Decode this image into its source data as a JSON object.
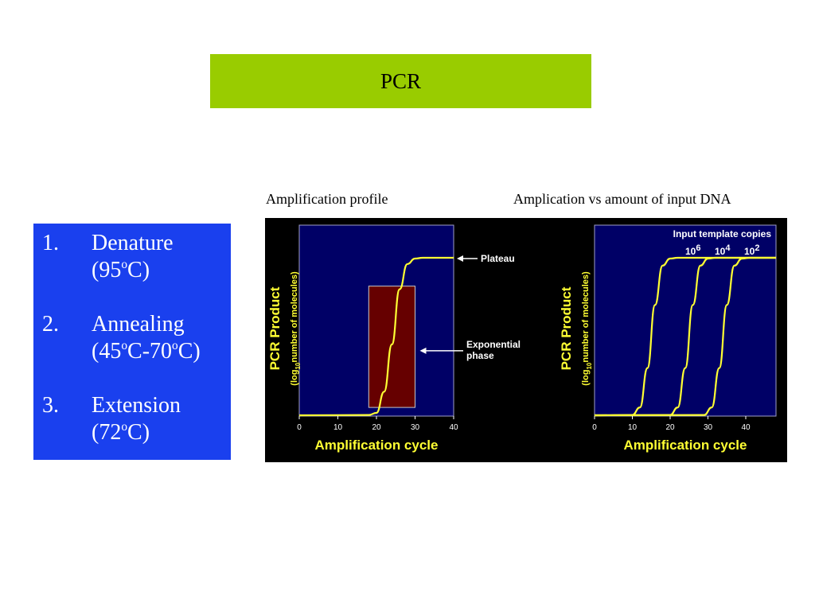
{
  "slide": {
    "title": "PCR",
    "steps": [
      {
        "num": "1.",
        "name": "Denature",
        "temp_pre": "(95",
        "temp_mid": "",
        "temp_post": "C)"
      },
      {
        "num": "2.",
        "name": "Annealing",
        "temp_pre": "(45",
        "temp_mid": "C-70",
        "temp_post": "C)"
      },
      {
        "num": "3.",
        "name": "Extension",
        "temp_pre": "(72",
        "temp_mid": "",
        "temp_post": "C)"
      }
    ],
    "degree_symbol": "o",
    "captions": {
      "left": "Amplification profile",
      "right": "Amplication vs amount of input DNA"
    },
    "colors": {
      "title_bg": "#99cc00",
      "steps_bg": "#1a40ee",
      "plot_bg": "#000066",
      "curve": "#ffff33",
      "exp_box": "#660000"
    }
  },
  "chart_data": [
    {
      "type": "line",
      "xlabel": "Amplification cycle",
      "ylabel": "PCR Product",
      "ylabel_sub_pre": "(log",
      "ylabel_sub_base": "10",
      "ylabel_sub_post": "number of molecules)",
      "xlim": [
        0,
        40
      ],
      "xticks": [
        0,
        10,
        20,
        30,
        40
      ],
      "series": [
        {
          "x": [
            0,
            18,
            20,
            22,
            24,
            26,
            28,
            30,
            32,
            40
          ],
          "y": [
            0,
            0.2,
            1.5,
            15,
            45,
            80,
            96,
            99.5,
            100,
            100
          ]
        }
      ],
      "annotations": [
        {
          "text": "Plateau",
          "at_x": 40,
          "at_y": 100
        },
        {
          "text_lines": [
            "Exponential",
            "phase"
          ],
          "at_x": 30,
          "at_y": 45
        }
      ],
      "exponential_box": {
        "x0": 18,
        "x1": 30,
        "y0": 5,
        "y1": 82
      }
    },
    {
      "type": "line",
      "xlabel": "Amplification cycle",
      "ylabel": "PCR Product",
      "ylabel_sub_pre": "(log",
      "ylabel_sub_base": "10",
      "ylabel_sub_post": "number of molecules)",
      "xlim": [
        0,
        48
      ],
      "xticks": [
        0,
        10,
        20,
        30,
        40
      ],
      "legend_title": "Input template copies",
      "series_labels": [
        {
          "base": "10",
          "exp": "6"
        },
        {
          "base": "10",
          "exp": "4"
        },
        {
          "base": "10",
          "exp": "2"
        }
      ],
      "series": [
        {
          "x": [
            0,
            10,
            12,
            14,
            16,
            18,
            20,
            22,
            48
          ],
          "y": [
            0,
            0.2,
            5,
            30,
            70,
            95,
            99.5,
            100,
            100
          ]
        },
        {
          "x": [
            0,
            20,
            22,
            24,
            26,
            28,
            30,
            32,
            48
          ],
          "y": [
            0,
            0.2,
            5,
            30,
            70,
            95,
            99.5,
            100,
            100
          ]
        },
        {
          "x": [
            0,
            29,
            31,
            33,
            35,
            37,
            39,
            41,
            48
          ],
          "y": [
            0,
            0.2,
            5,
            30,
            70,
            95,
            99.5,
            100,
            100
          ]
        }
      ]
    }
  ]
}
